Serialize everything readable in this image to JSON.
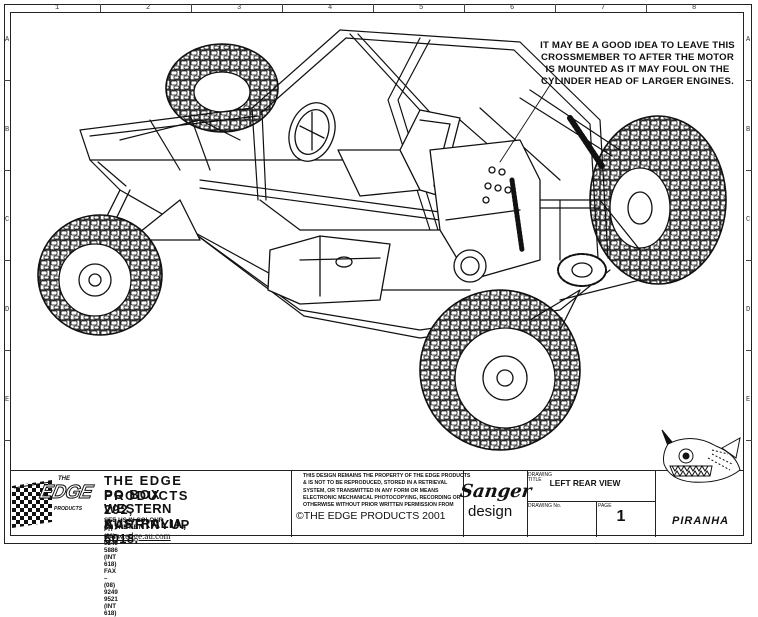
{
  "zones": {
    "columns": [
      "1",
      "2",
      "3",
      "4",
      "5",
      "6",
      "7",
      "8"
    ],
    "rows": [
      "A",
      "B",
      "C",
      "D",
      "E"
    ]
  },
  "note": {
    "line1": "IT MAY BE A GOOD IDEA TO LEAVE THIS",
    "line2": "CROSSMEMBER TO AFTER THE MOTOR",
    "line3": "IS MOUNTED AS IT MAY FOUL ON THE",
    "line4": "CYLINDER HEAD OF LARGER ENGINES."
  },
  "company": {
    "logo_text": "EDGE",
    "logo_sub": "PRODUCTS",
    "logo_the": "THE",
    "name": "THE EDGE PRODUCTS",
    "address1": "PO BOX 292, KARRINYUP",
    "address2": "WESTERN AUSTRALIA, 6018.",
    "web_prefix": "SEE US IN COLOUR ON THE NET",
    "web": "www.edge.au.com",
    "phone": "PH - (08) 9249 5886 (INT 618)",
    "fax": "FAX – (08) 9249 9521 (INT 618)"
  },
  "copyright": {
    "text": "THIS DESIGN REMAINS THE PROPERTY OF THE EDGE PRODUCTS & IS NOT TO BE REPRODUCED, STORED IN A RETRIEVAL SYSTEM, OR TRANSMITTED IN ANY FORM OR MEANS ELECTRONIC MECHANICAL PHOTOCOPYING, RECORDING OR OTHERWISE WITHOUT PRIOR WRITTEN PERMISSION FROM",
    "line": "©THE EDGE PRODUCTS 2001"
  },
  "designer": {
    "name": "Sanger",
    "sub": "design"
  },
  "drawing": {
    "title_label": "DRAWING TITLE",
    "title": "LEFT REAR VIEW",
    "number_label": "DRAWING No.",
    "page_label": "PAGE",
    "page": "1"
  },
  "mascot": {
    "label": "PIRANHA"
  }
}
